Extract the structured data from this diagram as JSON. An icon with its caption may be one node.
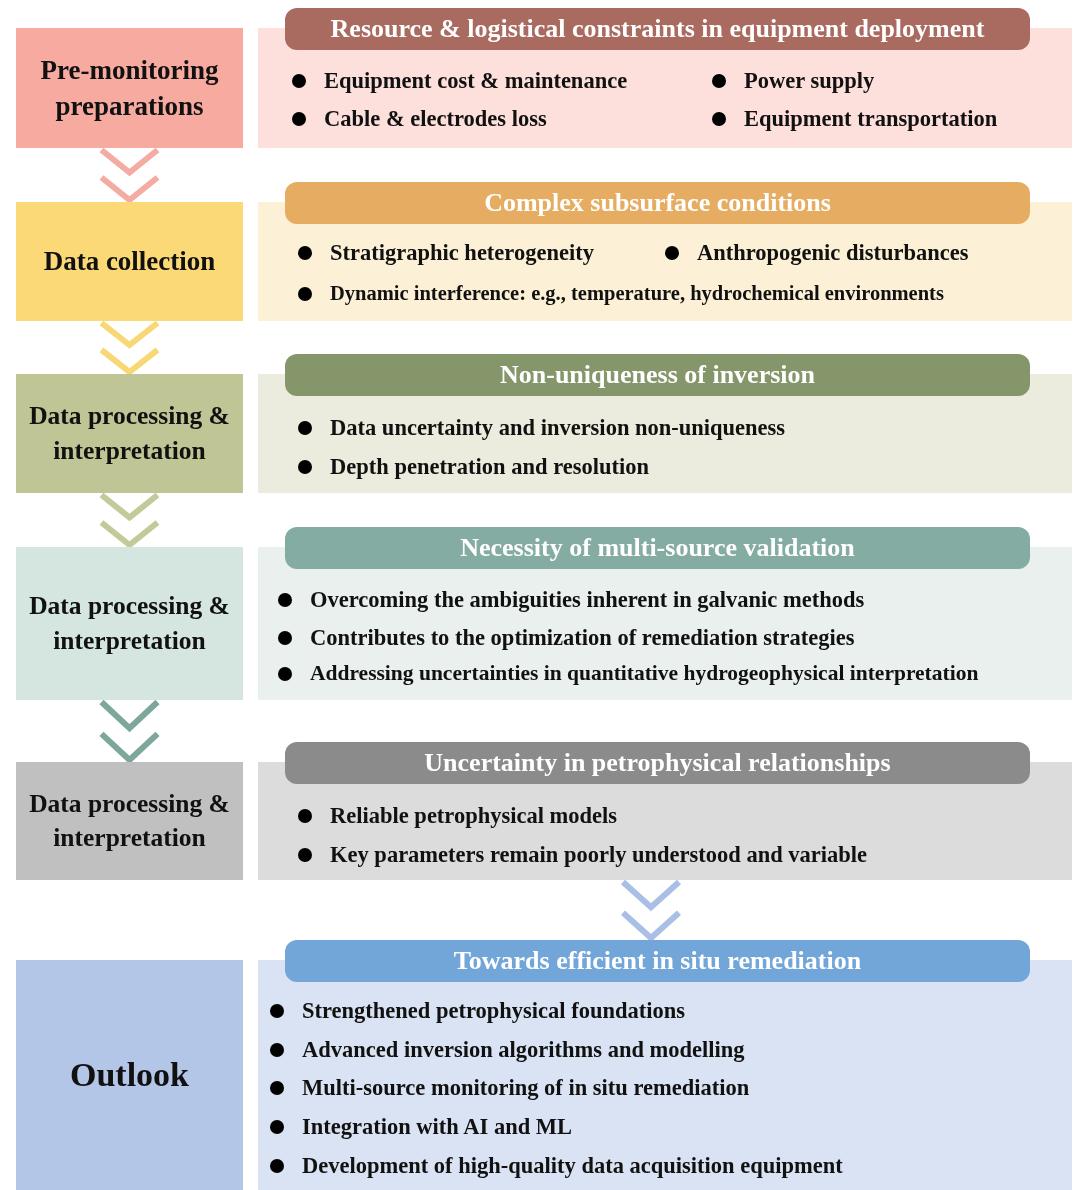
{
  "diagram": {
    "nodes": [
      {
        "text": [
          "Pre-monitoring preparations"
        ]
      },
      {
        "text": [
          "Resource & logistical constraints in equipment deployment",
          "Equipment cost & maintenance",
          "Power supply",
          "Cable & electrodes loss",
          "Equipment transportation"
        ]
      },
      {
        "text": [
          "Data collection"
        ]
      },
      {
        "text": [
          "Complex subsurface conditions",
          "Stratigraphic heterogeneity",
          "Anthropogenic disturbances",
          "Dynamic interference: e.g., temperature, hydrochemical environments"
        ]
      },
      {
        "text": [
          "Data processing & interpretation"
        ]
      },
      {
        "text": [
          "Non-uniqueness of inversion",
          "Data uncertainty and inversion non-uniqueness",
          "Depth penetration and resolution"
        ]
      },
      {
        "text": [
          "Data processing & interpretation"
        ]
      },
      {
        "text": [
          "Necessity of multi-source validation",
          "Overcoming the ambiguities inherent in galvanic methods",
          "Contributes to the optimization of remediation strategies",
          "Addressing uncertainties in quantitative hydrogeophysical interpretation"
        ]
      },
      {
        "text": [
          "Data processing & interpretation"
        ]
      },
      {
        "text": [
          "Uncertainty in petrophysical relationships",
          "Reliable petrophysical models",
          "Key parameters remain poorly understood and variable"
        ]
      },
      {
        "text": [
          "Outlook"
        ]
      },
      {
        "text": [
          "Towards efficient in situ remediation",
          "Strengthened petrophysical foundations",
          "Advanced inversion algorithms and modelling",
          "Multi-source monitoring of in situ remediation",
          "Integration with AI and ML",
          "Development of high-quality data acquisition equipment"
        ]
      }
    ],
    "edges": [
      {
        "from": 0,
        "to": 2,
        "arrow": "to",
        "color": "#f4aba2"
      },
      {
        "from": 2,
        "to": 4,
        "arrow": "to",
        "color": "#f7d874"
      },
      {
        "from": 4,
        "to": 6,
        "arrow": "to",
        "color": "#c4c99a"
      },
      {
        "from": 6,
        "to": 8,
        "arrow": "to",
        "color": "#7da79c"
      },
      {
        "from": 9,
        "to": 11,
        "arrow": "to",
        "color": "#a9bfe6"
      }
    ]
  }
}
